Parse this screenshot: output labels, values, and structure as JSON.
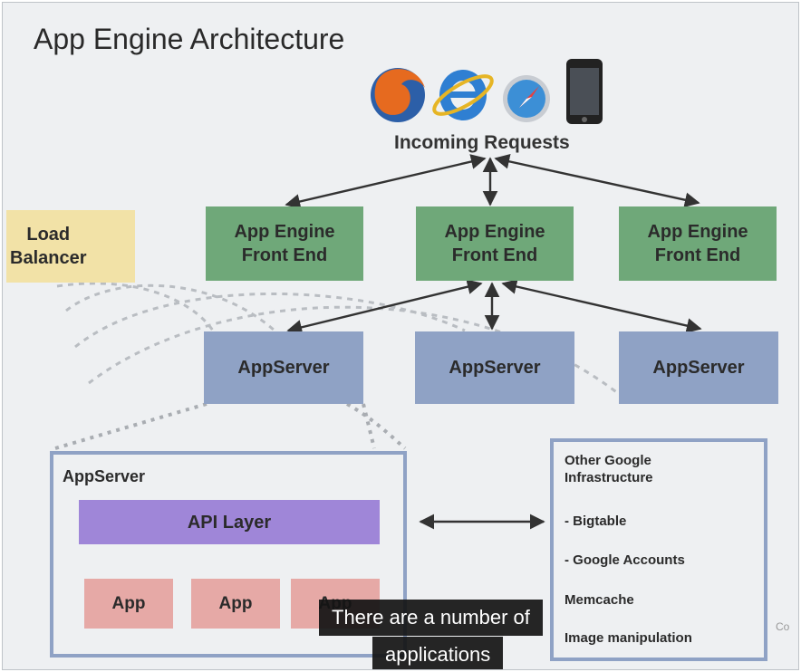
{
  "title": "App Engine Architecture",
  "incoming_label": "Incoming Requests",
  "client_icons": [
    "firefox-icon",
    "internet-explorer-icon",
    "safari-icon",
    "iphone-icon"
  ],
  "load_balancer": "Load\nBalancer",
  "front_ends": [
    "App Engine\nFront End",
    "App Engine\nFront End",
    "App Engine\nFront End"
  ],
  "app_servers": [
    "AppServer",
    "AppServer",
    "AppServer"
  ],
  "appserver_panel": {
    "title": "AppServer",
    "api_layer": "API Layer",
    "apps": [
      "App",
      "App",
      "App"
    ]
  },
  "infrastructure": {
    "heading": "Other Google\nInfrastructure",
    "items": [
      "- Bigtable",
      "- Google Accounts",
      "Memcache",
      "Image manipulation"
    ]
  },
  "side_mark": "Co",
  "captions": [
    "There are a number of",
    "applications"
  ],
  "colors": {
    "front_end": "#6fa879",
    "app_server": "#8fa2c5",
    "api_layer": "#9f86d8",
    "app": "#e6a9a6",
    "load_balancer": "#f2e2a7"
  }
}
